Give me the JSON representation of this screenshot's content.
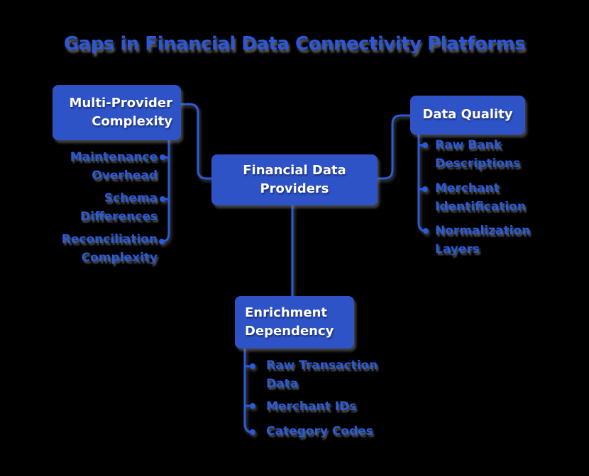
{
  "title": "Gaps in Financial Data Connectivity Platforms",
  "colors": {
    "background": "#000000",
    "node_fill": "#2e53c6",
    "node_text": "#ffffff",
    "branch_text": "#2b5bd8",
    "connector_line": "#2b5bd8",
    "title_text": "#2b57d8",
    "shadow": "#7d7d7d"
  },
  "nodes": {
    "center": {
      "label": "Financial Data Providers"
    },
    "left": {
      "label": "Multi-Provider Complexity",
      "children": [
        "Maintenance Overhead",
        "Schema Differences",
        "Reconciliation Complexity"
      ]
    },
    "right": {
      "label": "Data Quality",
      "children": [
        "Raw Bank Descriptions",
        "Merchant Identification",
        "Normalization Layers"
      ]
    },
    "bottom": {
      "label": "Enrichment Dependency",
      "children": [
        "Raw Transaction Data",
        "Merchant IDs",
        "Category Codes"
      ]
    }
  }
}
